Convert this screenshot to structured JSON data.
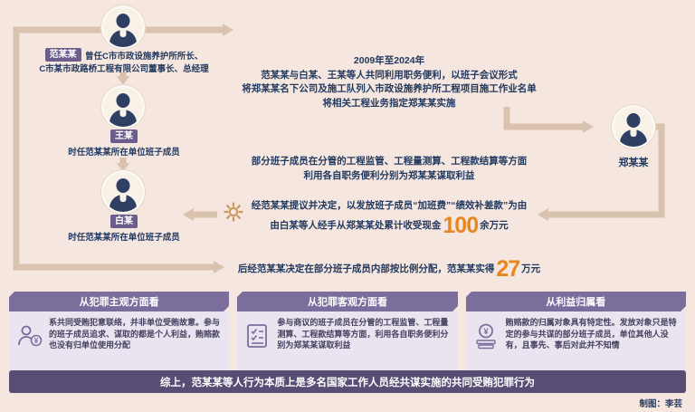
{
  "palette": {
    "background": "#f5e6df",
    "arrow": "#d9c2ae",
    "text_navy": "#223a60",
    "chip_purple": "#6b5e8c",
    "panel_header_purple": "#7b6e9d",
    "panel_body_lavender": "#eae4f0",
    "banner_purple": "#584d74",
    "highlight_orange": "#e8861d"
  },
  "persons": {
    "fan": {
      "name": "范某某",
      "desc1": "曾任C市市政设施养护所所长、",
      "desc2": "C市某市政路桥工程有限公司董事长、总经理"
    },
    "wang": {
      "name": "王某",
      "desc": "时任范某某所在单位班子成员"
    },
    "bai": {
      "name": "白某",
      "desc": "时任范某某所在单位班子成员"
    },
    "zheng": {
      "name": "郑某某"
    }
  },
  "flow": {
    "block1": {
      "lines": [
        "2009年至2024年",
        "范某某与白某、王某等人共同利用职务便利，以班子会议形式",
        "将郑某某名下公司及施工队列入市政设施养护所工程项目施工作业名单",
        "将相关工程业务指定郑某某实施"
      ]
    },
    "block2": {
      "lines": [
        "部分班子成员在分管的工程监管、工程量测算、工程款结算等方面",
        "利用各自职务便利分别为郑某某谋取利益"
      ]
    },
    "block3": {
      "line1": "经范某某提议并决定，以发放班子成员“加班费”“绩效补差款”为由",
      "line2_pre": "由白某等人经手从郑某某处累计收受现金",
      "line2_big": "100",
      "line2_post": "余万元"
    },
    "block4": {
      "pre": "后经范某某决定在部分班子成员内部按比例分配，范某某实得",
      "big": "27",
      "post": "万元"
    }
  },
  "analysis": [
    {
      "header": "从犯罪主观方面看",
      "icon": "person-bribe-icon",
      "body": "系共同受贿犯意联络，并非单位受贿故意。参与的班子成员追求、谋取的都是个人利益，贿赂款也没有归单位使用分配"
    },
    {
      "header": "从犯罪客观方面看",
      "icon": "checklist-icon",
      "body": "参与商议的班子成员在分管的工程监管、工程量测算、工程款结算等方面，利用各自职务便利分别为郑某某谋取利益"
    },
    {
      "header": "从利益归属看",
      "icon": "money-icon",
      "body": "贿赂款的归属对象具有特定性。发放对象只是特定的参与共谋的部分班子成员，单位其他人没有，且事先、事后对此并不知情"
    }
  ],
  "conclusion": "综上，范某某等人行为本质上是多名国家工作人员经共谋实施的共同受贿犯罪行为",
  "credit": "制图：李芸"
}
